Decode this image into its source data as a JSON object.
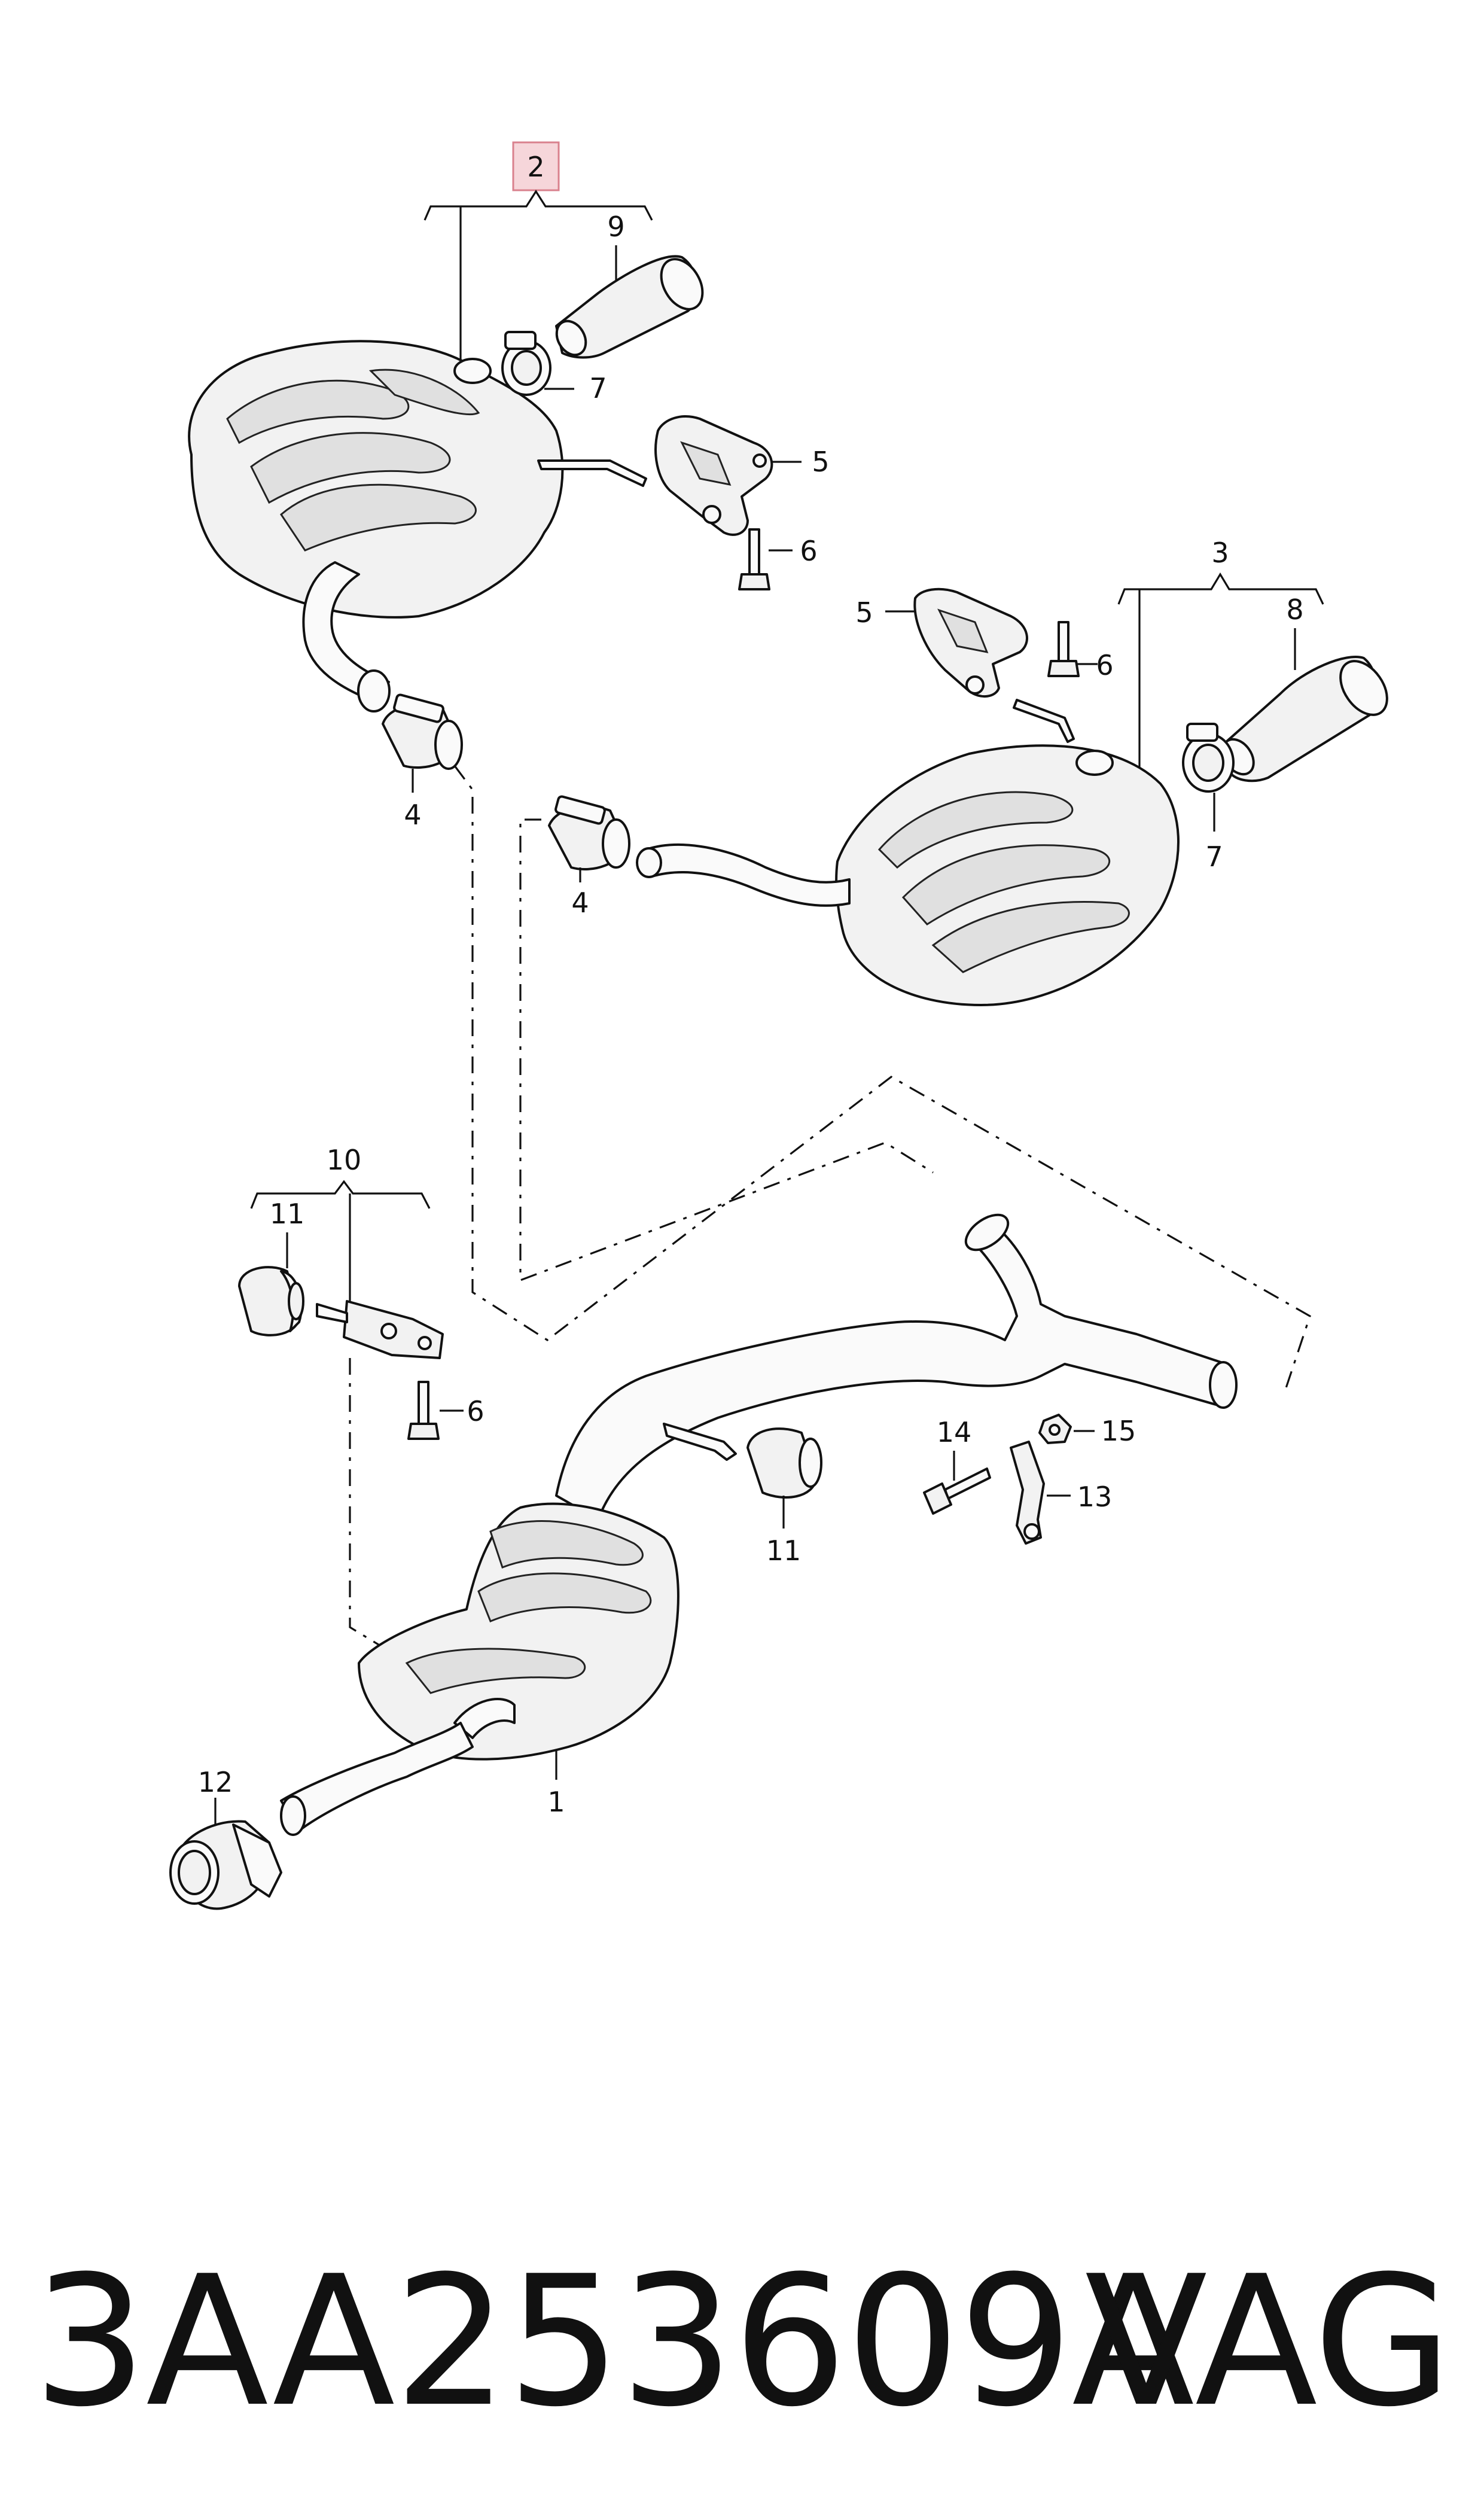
{
  "diagram": {
    "callouts": {
      "c1": "1",
      "c2": "2",
      "c3": "3",
      "c4a": "4",
      "c4b": "4",
      "c5a": "5",
      "c5b": "5",
      "c6a": "6",
      "c6b": "6",
      "c6c": "6",
      "c7a": "7",
      "c7b": "7",
      "c8": "8",
      "c9": "9",
      "c10": "10",
      "c11a": "11",
      "c11b": "11",
      "c12": "12",
      "c13": "13",
      "c14": "14",
      "c15": "15"
    },
    "highlight_color": "#e8a0a8"
  },
  "footer": {
    "part_number": "3AA253609A",
    "brand": "VAG"
  }
}
